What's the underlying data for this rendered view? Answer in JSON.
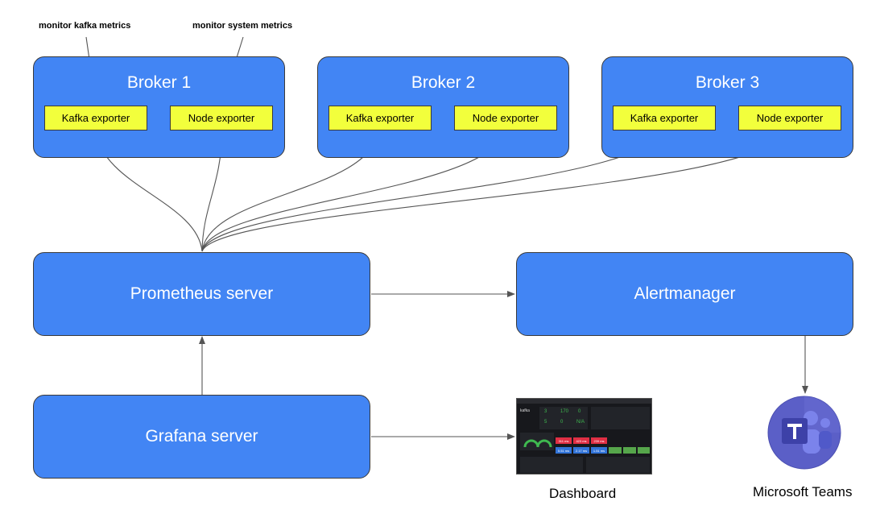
{
  "annotations": {
    "kafka_metrics": "monitor kafka metrics",
    "system_metrics": "monitor system metrics"
  },
  "brokers": [
    {
      "title": "Broker 1",
      "exporter_a": "Kafka exporter",
      "exporter_b": "Node exporter"
    },
    {
      "title": "Broker 2",
      "exporter_a": "Kafka exporter",
      "exporter_b": "Node exporter"
    },
    {
      "title": "Broker 3",
      "exporter_a": "Kafka exporter",
      "exporter_b": "Node exporter"
    }
  ],
  "servers": {
    "prometheus": "Prometheus server",
    "alertmanager": "Alertmanager",
    "grafana": "Grafana server"
  },
  "outputs": {
    "dashboard": "Dashboard",
    "teams": "Microsoft Teams"
  },
  "dashboard_preview": {
    "app": "kafka",
    "stats": [
      "3",
      "170",
      "0",
      "5",
      "0",
      "N/A"
    ],
    "red_tiles": [
      "311 ms",
      "423 ms",
      "239 ms"
    ],
    "blue_tiles": [
      "5.51 ms",
      "2.17 ms",
      "1.51 ms"
    ]
  },
  "colors": {
    "box_fill": "#4285f4",
    "exporter_fill": "#f2ff3c",
    "teams_purple": "#5b5fc7"
  }
}
